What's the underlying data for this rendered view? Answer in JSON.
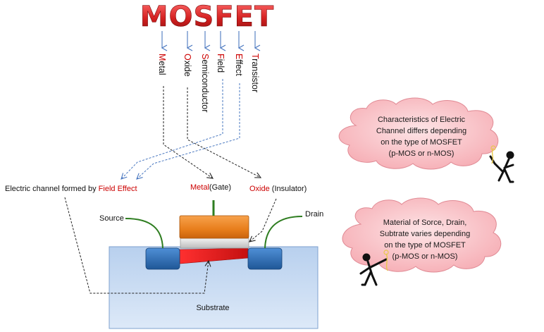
{
  "title": "MOSFET",
  "acronym": [
    {
      "initial": "M",
      "rest": "etal"
    },
    {
      "initial": "O",
      "rest": "xide"
    },
    {
      "initial": "S",
      "rest": "emiconductor"
    },
    {
      "initial": "F",
      "rest": "ield"
    },
    {
      "initial": "E",
      "rest": "ffect"
    },
    {
      "initial": "T",
      "rest": "ransistor"
    }
  ],
  "labels": {
    "channel_prefix": "Electric channel formed by ",
    "channel_highlight": "Field Effect",
    "metal_highlight": "Metal",
    "metal_suffix": "(Gate)",
    "oxide_highlight": "Oxide",
    "oxide_suffix": " (Insulator)",
    "source": "Source",
    "drain": "Drain",
    "substrate": "Substrate"
  },
  "clouds": [
    {
      "lines": [
        "Characteristics of Electric",
        "Channel differs depending",
        "on the type of MOSFET",
        "(p-MOS or n-MOS)"
      ]
    },
    {
      "lines": [
        "Material of Sorce, Drain,",
        "Subtrate varies depending",
        "on the type of MOSFET",
        "(p-MOS or n-MOS)"
      ]
    }
  ],
  "colors": {
    "title_fill": "#d42020",
    "highlight": "#cc0000",
    "arrow_blue": "#4a78c0",
    "gate_orange": "#e87e1c",
    "oxide_gray": "#d4d4d4",
    "channel_red": "#e01818",
    "electrode_blue": "#2d6db5",
    "substrate_blue": "#c5d9f1",
    "lead_green": "#2e7d20",
    "cloud_pink": "#fbc8cc"
  }
}
